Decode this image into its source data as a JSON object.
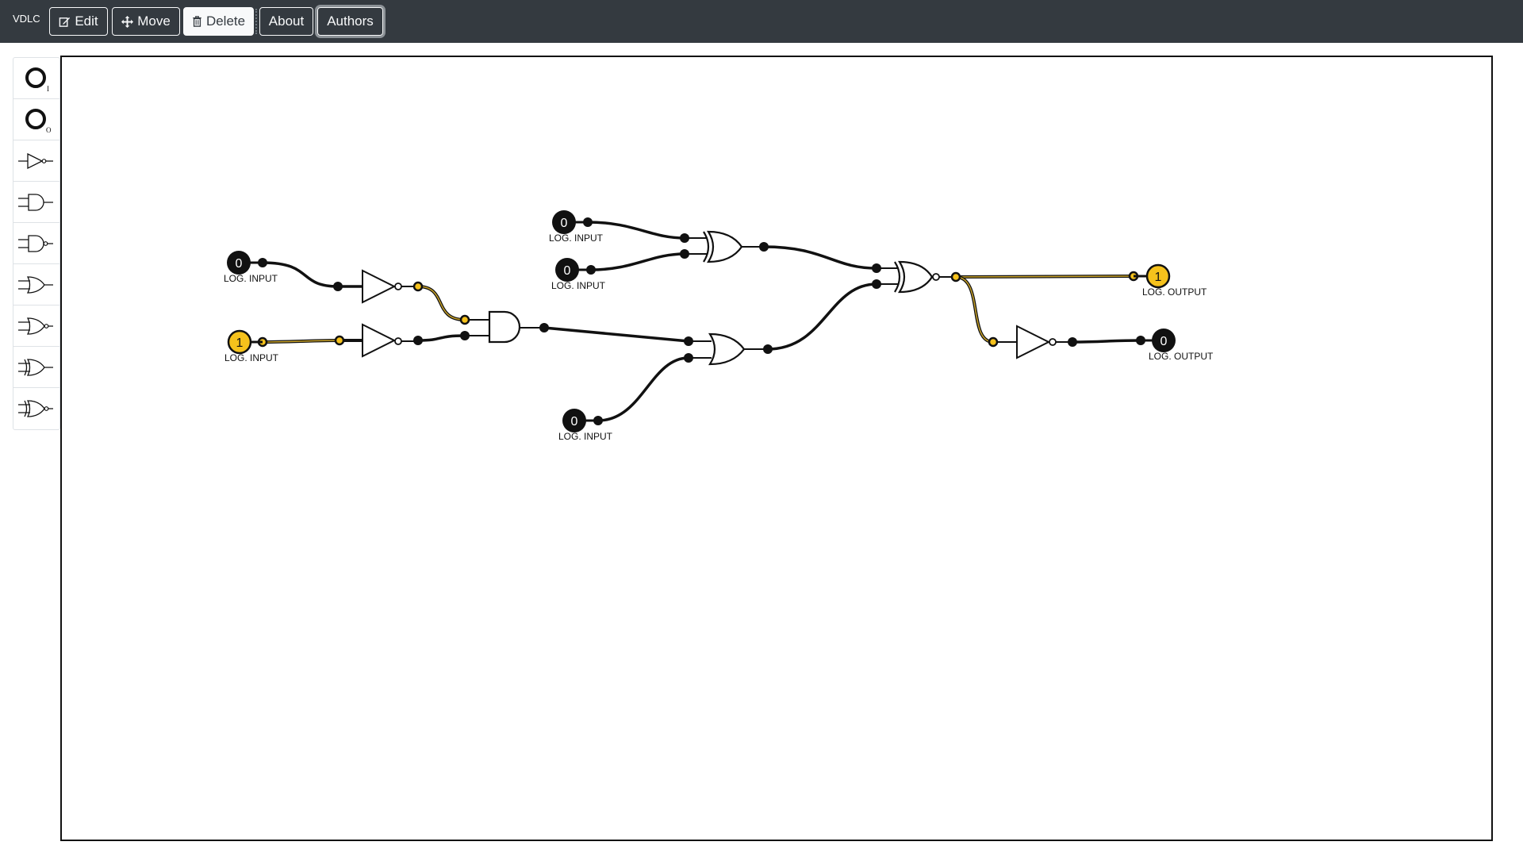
{
  "app": {
    "brand": "VDLC"
  },
  "toolbar": {
    "edit_label": "Edit",
    "move_label": "Move",
    "delete_label": "Delete",
    "about_label": "About",
    "authors_label": "Authors",
    "active_tool": "Delete"
  },
  "palette": [
    {
      "name": "input-icon",
      "subscript": "I"
    },
    {
      "name": "output-icon",
      "subscript": "O"
    },
    {
      "name": "not-gate-icon"
    },
    {
      "name": "and-gate-icon"
    },
    {
      "name": "nand-gate-icon"
    },
    {
      "name": "or-gate-icon"
    },
    {
      "name": "nor-gate-icon"
    },
    {
      "name": "xor-gate-icon"
    },
    {
      "name": "xnor-gate-icon"
    }
  ],
  "circuit": {
    "inputs": [
      {
        "value": "0",
        "label": "LOG. INPUT"
      },
      {
        "value": "1",
        "label": "LOG. INPUT"
      },
      {
        "value": "0",
        "label": "LOG. INPUT"
      },
      {
        "value": "0",
        "label": "LOG. INPUT"
      },
      {
        "value": "0",
        "label": "LOG. INPUT"
      }
    ],
    "outputs": [
      {
        "value": "1",
        "label": "LOG. OUTPUT"
      },
      {
        "value": "0",
        "label": "LOG. OUTPUT"
      }
    ],
    "gates": [
      "NOT",
      "NOT",
      "AND",
      "XOR",
      "OR",
      "XNOR",
      "NOT"
    ]
  },
  "colors": {
    "navbar": "#343a40",
    "high_signal": "#f6c21c",
    "low_signal": "#111111",
    "wire_high": "#c9a227"
  }
}
